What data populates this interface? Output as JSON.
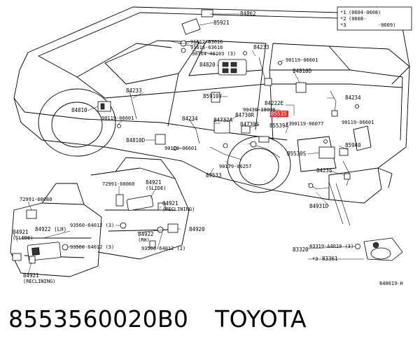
{
  "caption": {
    "part_number": "8553560020B0",
    "brand": "TOYOTA"
  },
  "legend_box": {
    "line1": "(0604-0608)",
    "line2": "(0608-",
    "line3": "-0609)"
  },
  "drawing_code": "840019-H",
  "callouts": {
    "c84862": "84862",
    "c85921": "85921",
    "c91612": "91612-63616",
    "c91616": "91616-63616",
    "c90164": "90164-40103 (3)",
    "c84233a": "84233",
    "c90119a": "90119-06601",
    "c84820": "84820",
    "c84810d": "84810D",
    "c84233b": "84233",
    "c85910y": "85910Y",
    "c84234a": "84234",
    "c84222e": "84222E",
    "c90430": "90430-18008",
    "c84810": "84810",
    "c90119b": "90119-06601",
    "c84730r": "84730R",
    "c85535": "85535",
    "c90119c": "90119-06077",
    "c90119d": "90119-06601",
    "c84732a": "84732A",
    "c84234b": "84234",
    "c84730s": "84730S",
    "c85539a": "85539A",
    "c84810d2": "84810D",
    "c90119e": "90119-06601",
    "c85530s": "85530S",
    "c85940": "85940",
    "c90179": "90179-06257",
    "c89533": "89533",
    "c84235": "84235",
    "c72991": "72991-60060",
    "c84921a": "84921",
    "c84921a_sub": "(SLIDE)",
    "c72991b": "72991-60080",
    "c84921b": "84921",
    "c84921b_sub": "(RECLINING)",
    "c84931d": "84931D",
    "c93560a": "93560-64012 (3)",
    "c84920": "84920",
    "c84922rh": "84922",
    "c84922rh_sub": "(RH)",
    "c84921c": "84921",
    "c84921c_sub": "(SLIDE)",
    "c84922lh": "84922 (LH)",
    "c93560b": "93560-64012 (2)",
    "c93560c": "93560-64012 (3)",
    "c84921d": "84921",
    "c84921d_sub": "(RECLINING)",
    "c83320": "83320",
    "c83319": "83319-A4010 (3)",
    "c83361": "83361",
    "c83361star": "*3"
  },
  "colors": {
    "highlight": "#e8302a",
    "line": "#000000"
  }
}
